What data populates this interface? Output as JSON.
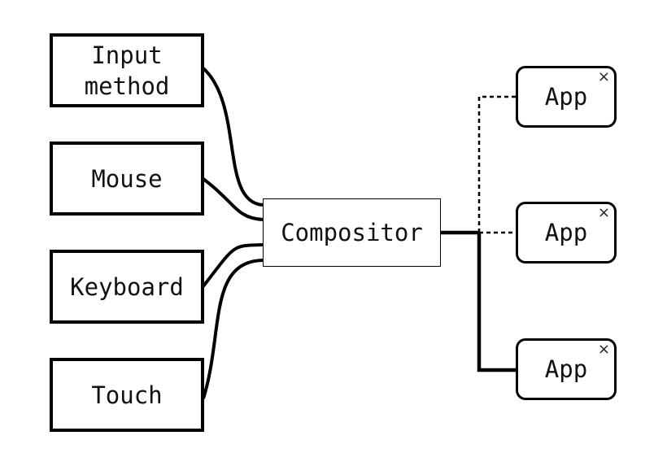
{
  "inputs": [
    {
      "label": "Input\nmethod"
    },
    {
      "label": "Mouse"
    },
    {
      "label": "Keyboard"
    },
    {
      "label": "Touch"
    }
  ],
  "compositor": {
    "label": "Compositor"
  },
  "apps": [
    {
      "label": "App",
      "close_icon": "×",
      "connection": "dotted"
    },
    {
      "label": "App",
      "close_icon": "×",
      "connection": "dotted"
    },
    {
      "label": "App",
      "close_icon": "×",
      "connection": "solid"
    }
  ]
}
